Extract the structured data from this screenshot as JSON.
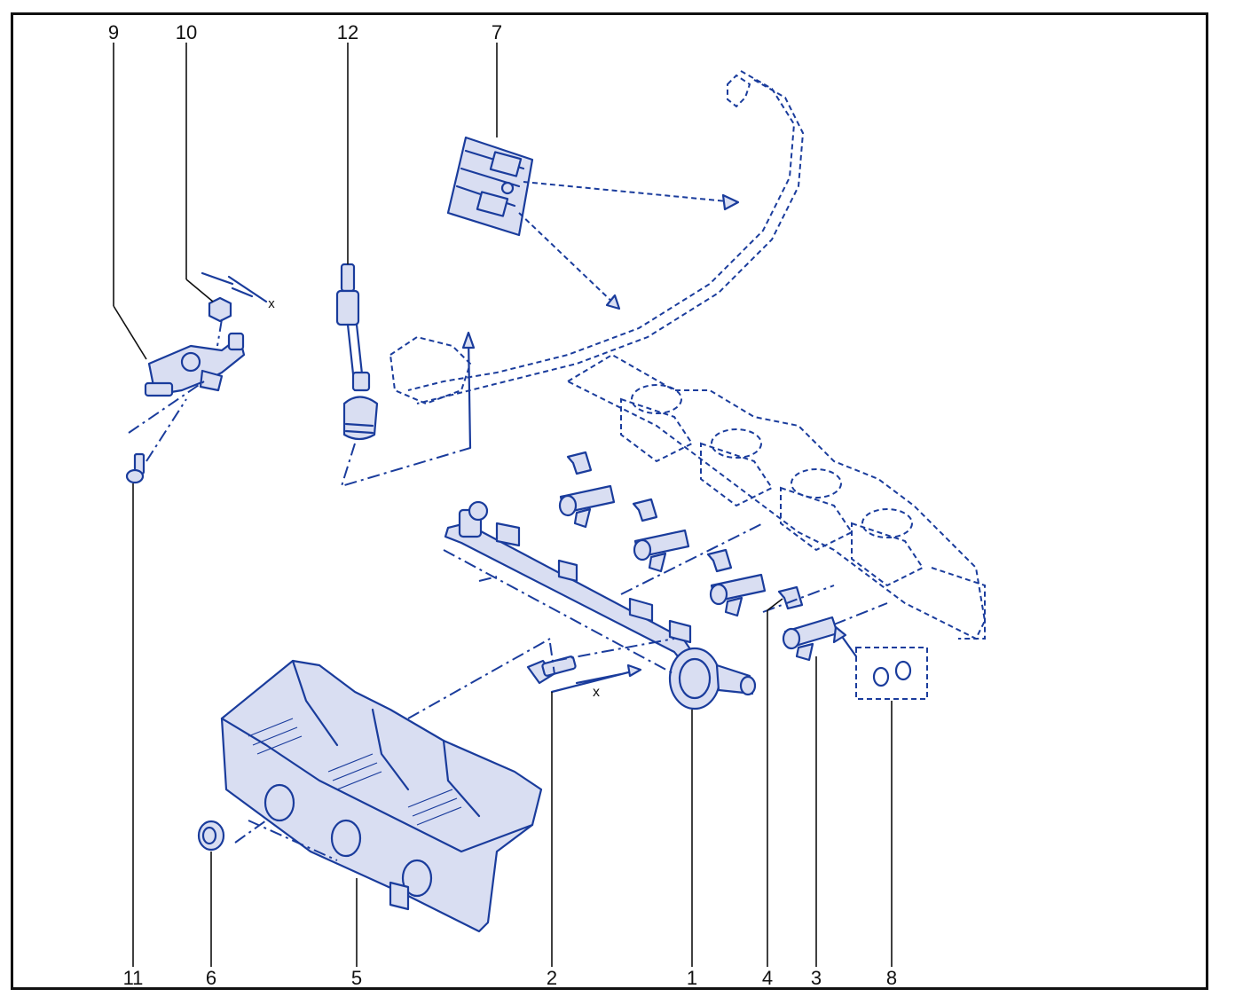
{
  "callouts": [
    {
      "id": "9",
      "text": "9"
    },
    {
      "id": "10",
      "text": "10"
    },
    {
      "id": "12",
      "text": "12"
    },
    {
      "id": "7",
      "text": "7"
    },
    {
      "id": "11",
      "text": "11"
    },
    {
      "id": "6",
      "text": "6"
    },
    {
      "id": "5",
      "text": "5"
    },
    {
      "id": "2",
      "text": "2"
    },
    {
      "id": "1",
      "text": "1"
    },
    {
      "id": "4",
      "text": "4"
    },
    {
      "id": "3",
      "text": "3"
    },
    {
      "id": "8",
      "text": "8"
    }
  ],
  "dimension_marks": [
    {
      "id": "x-top",
      "text": "x"
    },
    {
      "id": "x-bottom",
      "text": "x"
    }
  ],
  "colors": {
    "ink": "#1a3c9c",
    "fill": "#d9def2",
    "leader": "#111111"
  }
}
